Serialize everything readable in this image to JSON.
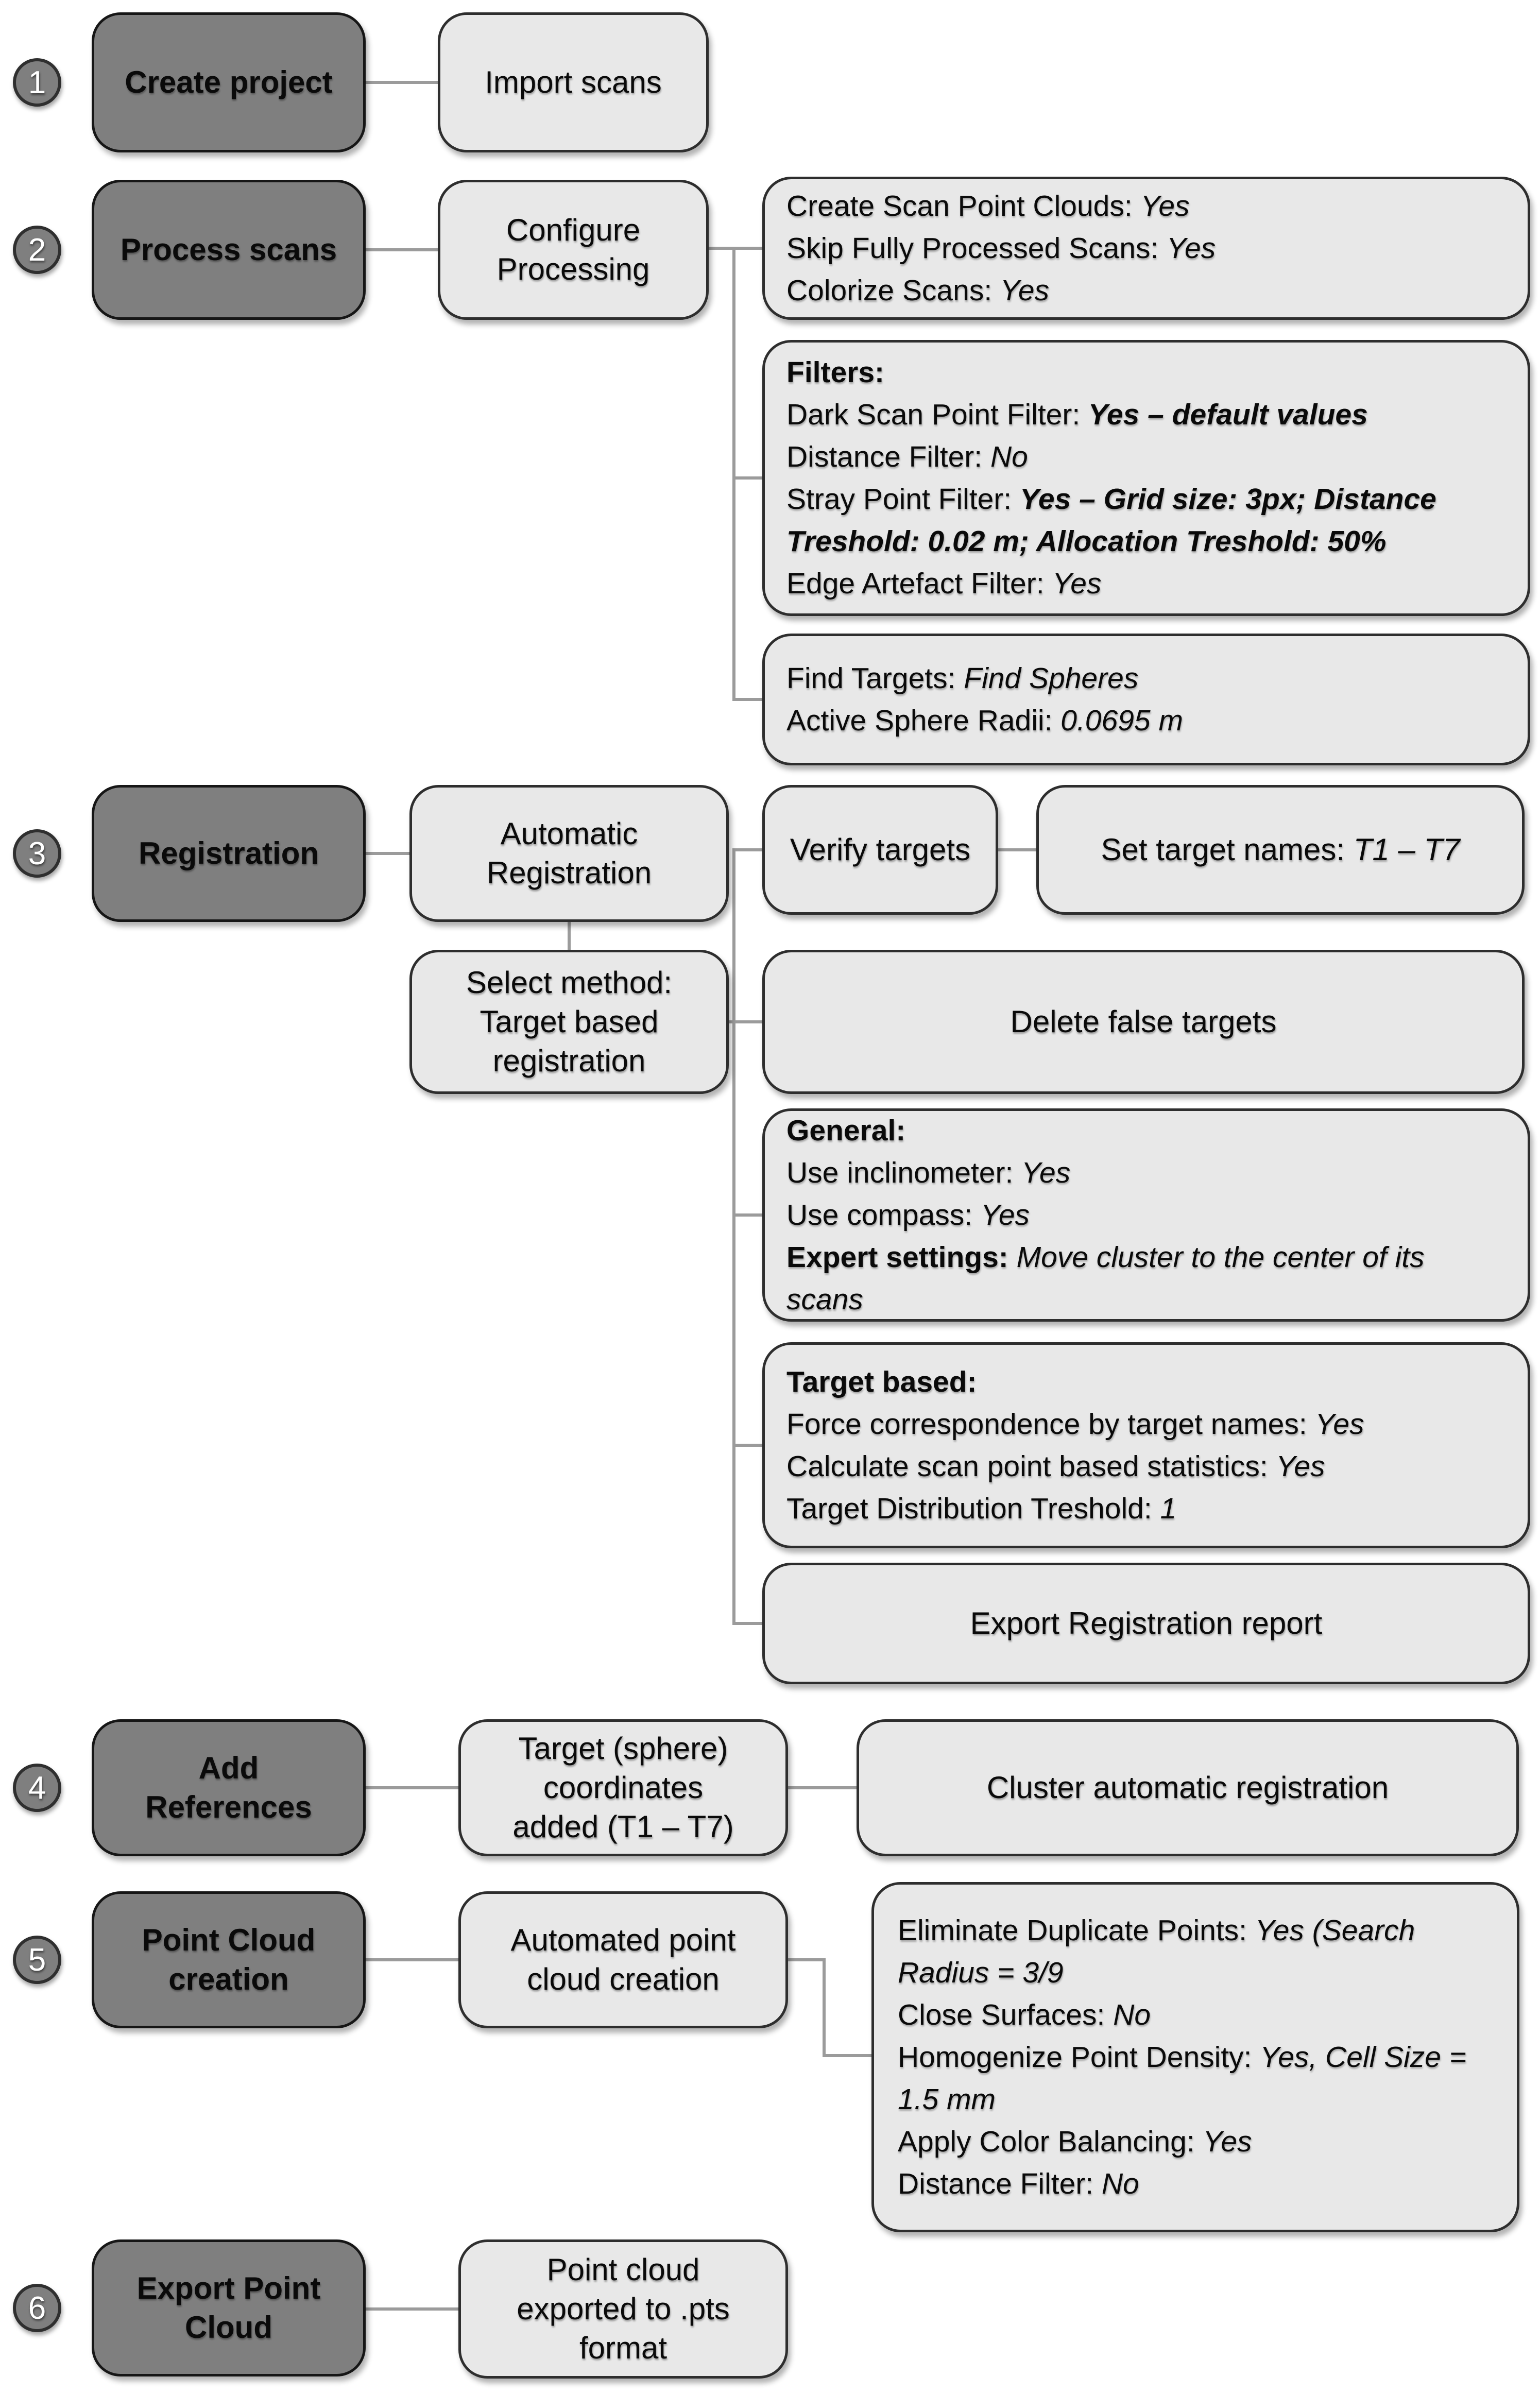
{
  "colors": {
    "dark_box": "#7f7f7f",
    "light_box": "#e8e8e8",
    "border_dark": "#161616",
    "border_light": "#2e2e2e",
    "connector": "#9b9b9b"
  },
  "step1": {
    "num": "1",
    "title": "Create project",
    "import_box": "Import scans"
  },
  "step2": {
    "num": "2",
    "title": "Process scans",
    "configure_box": "Configure\nProcessing",
    "processing_options": [
      [
        {
          "t": "Create Scan Point Clouds: "
        },
        {
          "t": "Yes",
          "s": "i"
        }
      ],
      [
        {
          "t": "Skip Fully Processed Scans: "
        },
        {
          "t": "Yes",
          "s": "i"
        }
      ],
      [
        {
          "t": "Colorize Scans: "
        },
        {
          "t": "Yes",
          "s": "i"
        }
      ]
    ],
    "filters": [
      [
        {
          "t": "Filters:",
          "s": "b"
        }
      ],
      [
        {
          "t": "Dark Scan Point Filter: "
        },
        {
          "t": "Yes – default values",
          "s": "bi"
        }
      ],
      [
        {
          "t": "Distance Filter: "
        },
        {
          "t": "No",
          "s": "i"
        }
      ],
      [
        {
          "t": "Stray Point Filter: "
        },
        {
          "t": "Yes – Grid size: 3px; Distance Treshold: 0.02 m; Allocation Treshold: 50%",
          "s": "bi"
        }
      ],
      [
        {
          "t": "Edge Artefact Filter: "
        },
        {
          "t": "Yes",
          "s": "i"
        }
      ]
    ],
    "find_targets": [
      [
        {
          "t": "Find Targets: "
        },
        {
          "t": "Find Spheres",
          "s": "i"
        }
      ],
      [
        {
          "t": "Active Sphere Radii: "
        },
        {
          "t": "0.0695 m",
          "s": "i"
        }
      ]
    ]
  },
  "step3": {
    "num": "3",
    "title": "Registration",
    "automatic_box": "Automatic\nRegistration",
    "select_method_box": "Select method:\nTarget based\nregistration",
    "verify_box": "Verify targets",
    "set_target_names": [
      [
        {
          "t": "Set target names: "
        },
        {
          "t": "T1 – T7",
          "s": "i"
        }
      ]
    ],
    "delete_box": "Delete false targets",
    "general": [
      [
        {
          "t": "General:",
          "s": "b"
        }
      ],
      [
        {
          "t": "Use inclinometer: "
        },
        {
          "t": "Yes",
          "s": "i"
        }
      ],
      [
        {
          "t": "Use compass: "
        },
        {
          "t": "Yes",
          "s": "i"
        }
      ],
      [
        {
          "t": "Expert settings: ",
          "s": "b"
        },
        {
          "t": "Move cluster to the center of its scans",
          "s": "i"
        }
      ]
    ],
    "target_based": [
      [
        {
          "t": "Target based:",
          "s": "b"
        }
      ],
      [
        {
          "t": "Force correspondence by target names: "
        },
        {
          "t": "Yes",
          "s": "i"
        }
      ],
      [
        {
          "t": "Calculate scan point based statistics: "
        },
        {
          "t": "Yes",
          "s": "i"
        }
      ],
      [
        {
          "t": "Target Distribution Treshold: "
        },
        {
          "t": "1",
          "s": "i"
        }
      ]
    ],
    "export_box": "Export Registration report"
  },
  "step4": {
    "num": "4",
    "title": "Add\nReferences",
    "coordinates_box": "Target (sphere)\ncoordinates\nadded (T1 – T7)",
    "cluster_box": "Cluster automatic registration"
  },
  "step5": {
    "num": "5",
    "title": "Point Cloud\ncreation",
    "automated_box": "Automated point\ncloud creation",
    "options": [
      [
        {
          "t": "Eliminate Duplicate Points: "
        },
        {
          "t": "Yes (Search Radius = 3/9",
          "s": "i"
        }
      ],
      [
        {
          "t": "Close Surfaces: "
        },
        {
          "t": "No",
          "s": "i"
        }
      ],
      [
        {
          "t": "Homogenize Point Density: "
        },
        {
          "t": "Yes, Cell Size = 1.5 mm",
          "s": "i"
        }
      ],
      [
        {
          "t": "Apply Color Balancing: "
        },
        {
          "t": "Yes",
          "s": "i"
        }
      ],
      [
        {
          "t": "Distance Filter: "
        },
        {
          "t": "No",
          "s": "i"
        }
      ]
    ]
  },
  "step6": {
    "num": "6",
    "title": "Export Point\nCloud",
    "export_box": "Point cloud\nexported to .pts\nformat"
  }
}
